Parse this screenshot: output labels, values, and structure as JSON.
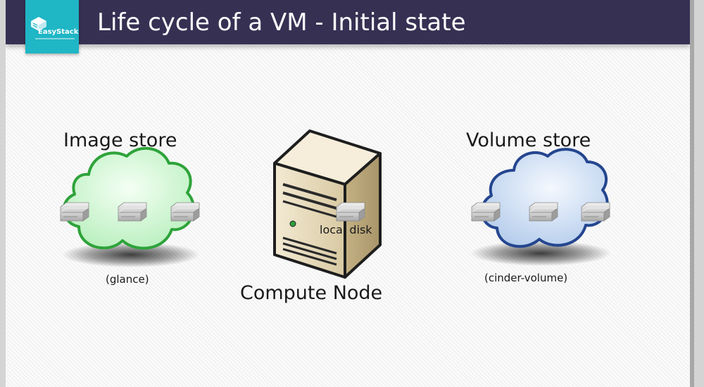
{
  "slide": {
    "title": "Life cycle of a VM - Initial state"
  },
  "logo": {
    "name": "EasyStack"
  },
  "image_store": {
    "title": "Image store",
    "subtitle": "(glance)",
    "outline_color": "#2ea33a",
    "fill_color": "#d6f7d6"
  },
  "compute_node": {
    "title": "Compute Node",
    "disk_label": "local disk"
  },
  "volume_store": {
    "title": "Volume store",
    "subtitle": "(cinder-volume)",
    "outline_color": "#24468f",
    "fill_color": "#cfe0f4"
  }
}
